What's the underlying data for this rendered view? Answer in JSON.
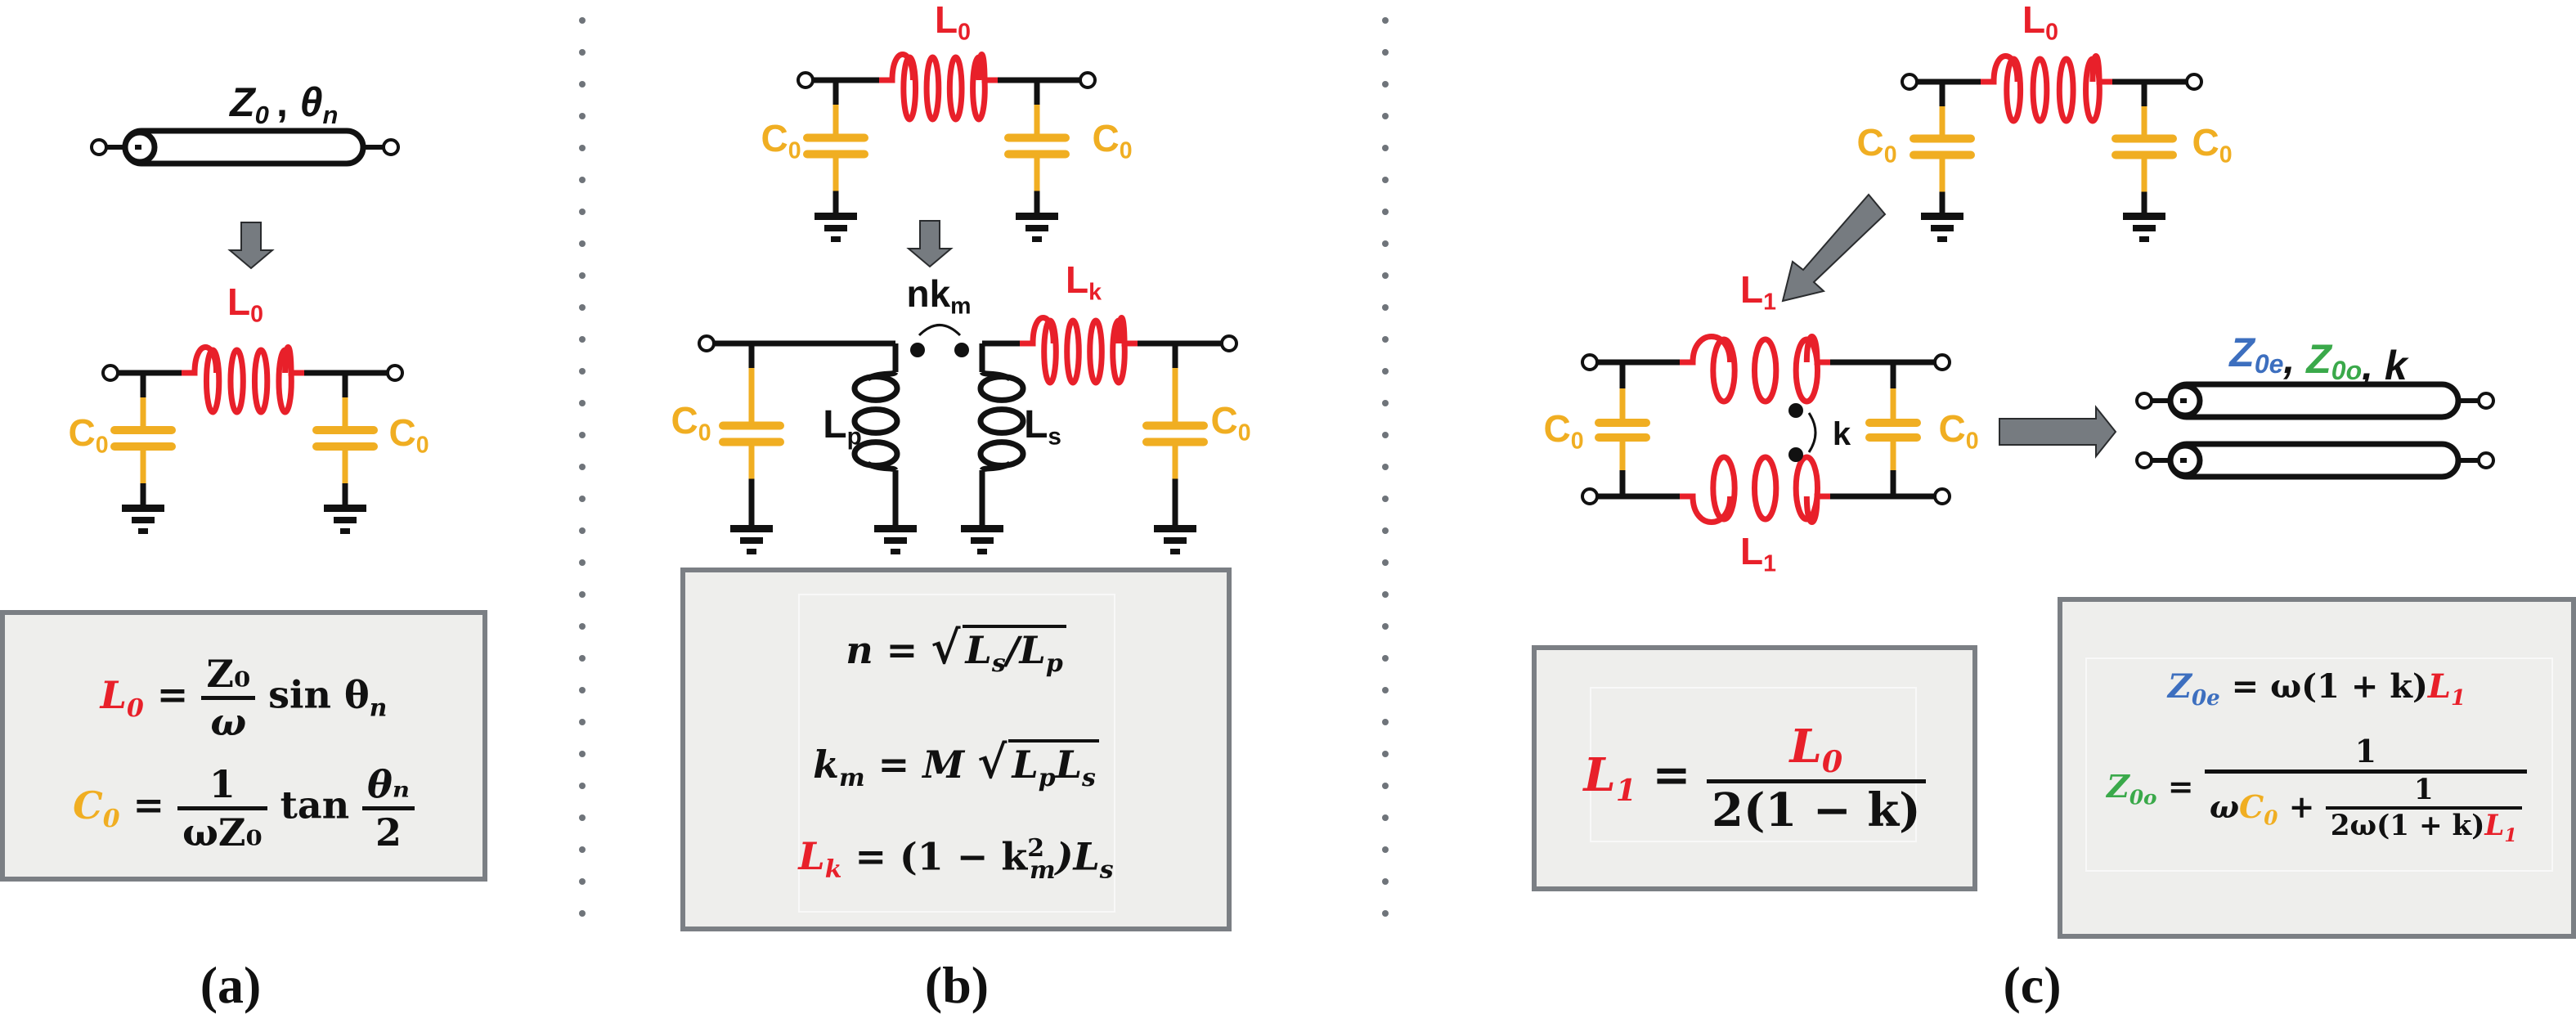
{
  "colors": {
    "inductor": "#e8202a",
    "capacitor": "#f0ae22",
    "wire": "#111111",
    "arrow_fill": "#767b80",
    "box_border": "#7b7f84",
    "box_fill": "#eeeeec",
    "z0e": "#3d6fbf",
    "z0o": "#3aa94a",
    "divider": "#6f747a"
  },
  "panel_a": {
    "tline_label_main": "Z",
    "tline_label_sub": "0",
    "tline_label_theta": "θ",
    "tline_label_theta_sub": "n",
    "inductor_label": "L",
    "inductor_label_sub": "0",
    "cap_label": "C",
    "cap_label_sub": "0",
    "eq1": {
      "lhs": "L",
      "lhs_sub": "0",
      "num": "Z₀",
      "den": "ω",
      "tail": "sin θ",
      "tail_sub": "n"
    },
    "eq2": {
      "lhs": "C",
      "lhs_sub": "0",
      "num": "1",
      "den": "ωZ₀",
      "tail": "tan",
      "frac2_num": "θₙ",
      "frac2_den": "2"
    },
    "caption": "(a)"
  },
  "panel_b": {
    "inductor_label": "L",
    "inductor_label_sub": "0",
    "cap_label": "C",
    "cap_label_sub": "0",
    "coupling_label": "nk",
    "coupling_label_sub": "m",
    "primary_label": "L",
    "primary_label_sub": "p",
    "secondary_label": "L",
    "secondary_label_sub": "s",
    "leakage_label": "L",
    "leakage_label_sub": "k",
    "eq1": {
      "lhs": "n",
      "rad": "L",
      "rad_sub1": "s",
      "slash": "/",
      "rad2": "L",
      "rad_sub2": "p"
    },
    "eq2": {
      "lhs": "k",
      "lhs_sub": "m",
      "mid": "M",
      "rad": "L",
      "rad_sub1": "p",
      "rad2": "L",
      "rad_sub2": "s"
    },
    "eq3": {
      "lhs": "L",
      "lhs_sub": "k",
      "rhs_a": "(1 − k",
      "rhs_sup": "2",
      "rhs_sub": "m",
      "rhs_b": ")L",
      "rhs_sub2": "s"
    },
    "caption": "(b)"
  },
  "panel_c": {
    "inductor_label": "L",
    "inductor_label_sub": "0",
    "cap_label": "C",
    "cap_label_sub": "0",
    "coupled_inductor_label": "L",
    "coupled_inductor_label_sub": "1",
    "coupling_label": "k",
    "tline_label": {
      "z0e": "Z",
      "z0e_sub": "0e",
      "z0o": "Z",
      "z0o_sub": "0o",
      "k": "k",
      "sep": ", "
    },
    "eq_l1": {
      "lhs": "L",
      "lhs_sub": "1",
      "num": "L",
      "num_sub": "0",
      "den": "2(1 − k)"
    },
    "eq_z0e": {
      "lhs": "Z",
      "lhs_sub": "0e",
      "rhs": "= ω(1 + k)",
      "tail": "L",
      "tail_sub": "1"
    },
    "eq_z0o": {
      "lhs": "Z",
      "lhs_sub": "0o",
      "num": "1",
      "den_a": "ω",
      "den_c": "C",
      "den_c_sub": "0",
      "den_plus": " + ",
      "inner_num": "1",
      "inner_den": "2ω(1 + k)",
      "inner_tail": "L",
      "inner_tail_sub": "1"
    },
    "caption": "(c)"
  }
}
